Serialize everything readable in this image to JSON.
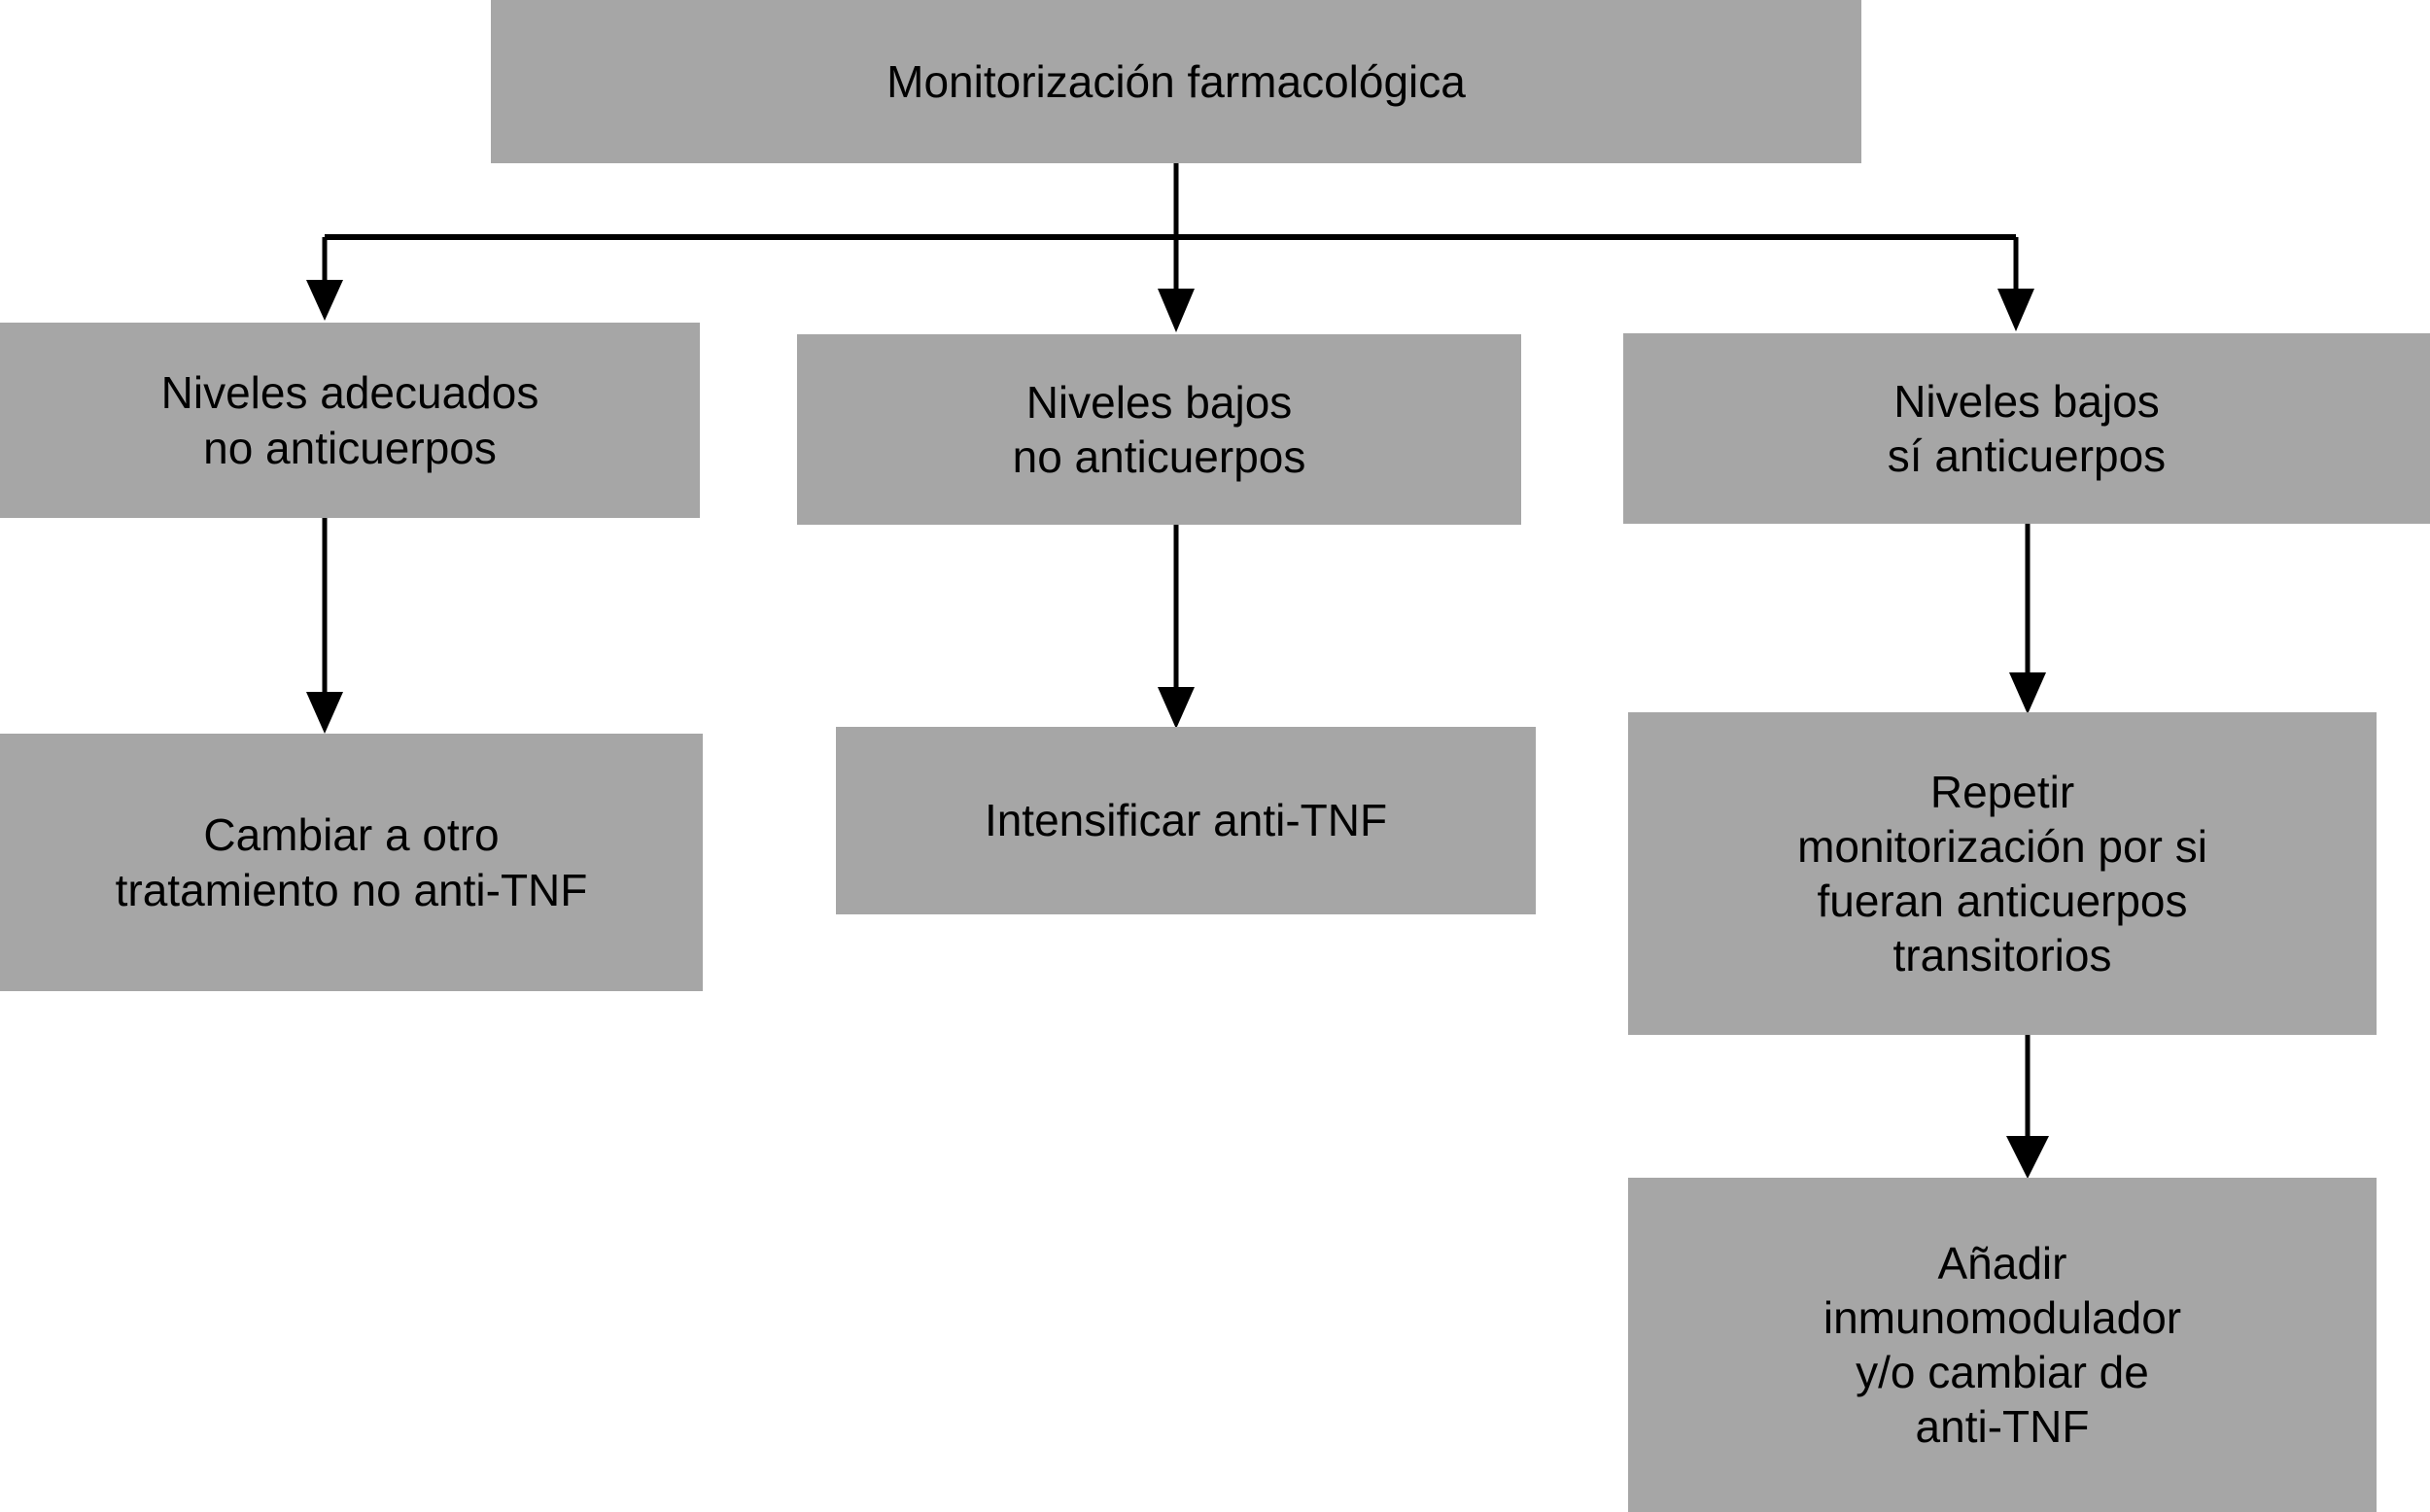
{
  "diagram": {
    "title": "Monitorización farmacológica",
    "language": "es",
    "colors": {
      "node_fill": "#a6a6a6",
      "node_text": "#000000",
      "connector": "#000000",
      "background": "#ffffff"
    },
    "nodes": {
      "root": {
        "label": "Monitorización farmacológica",
        "level": 0
      },
      "branch_adequate": {
        "label": "Niveles adecuados\nno anticuerpos",
        "level": 1
      },
      "branch_low_no_ab": {
        "label": "Niveles bajos\nno anticuerpos",
        "level": 1
      },
      "branch_low_yes_ab": {
        "label": "Niveles bajos\nsí anticuerpos",
        "level": 1
      },
      "action_switch": {
        "label": "Cambiar a otro\ntratamiento no anti-TNF",
        "level": 2
      },
      "action_intensify": {
        "label": "Intensificar anti-TNF",
        "level": 2
      },
      "action_repeat": {
        "label": "Repetir\nmonitorización por si\nfueran anticuerpos\ntransitorios",
        "level": 2
      },
      "action_add_immuno": {
        "label": "Añadir\ninmunomodulador\ny/o cambiar de\nanti-TNF",
        "level": 3
      }
    },
    "edges": [
      {
        "from": "root",
        "to": "branch_adequate",
        "style": "orthogonal-arrow"
      },
      {
        "from": "root",
        "to": "branch_low_no_ab",
        "style": "straight-arrow"
      },
      {
        "from": "root",
        "to": "branch_low_yes_ab",
        "style": "orthogonal-arrow"
      },
      {
        "from": "branch_adequate",
        "to": "action_switch",
        "style": "straight-arrow"
      },
      {
        "from": "branch_low_no_ab",
        "to": "action_intensify",
        "style": "straight-arrow"
      },
      {
        "from": "branch_low_yes_ab",
        "to": "action_repeat",
        "style": "straight-arrow"
      },
      {
        "from": "action_repeat",
        "to": "action_add_immuno",
        "style": "straight-arrow"
      }
    ]
  }
}
